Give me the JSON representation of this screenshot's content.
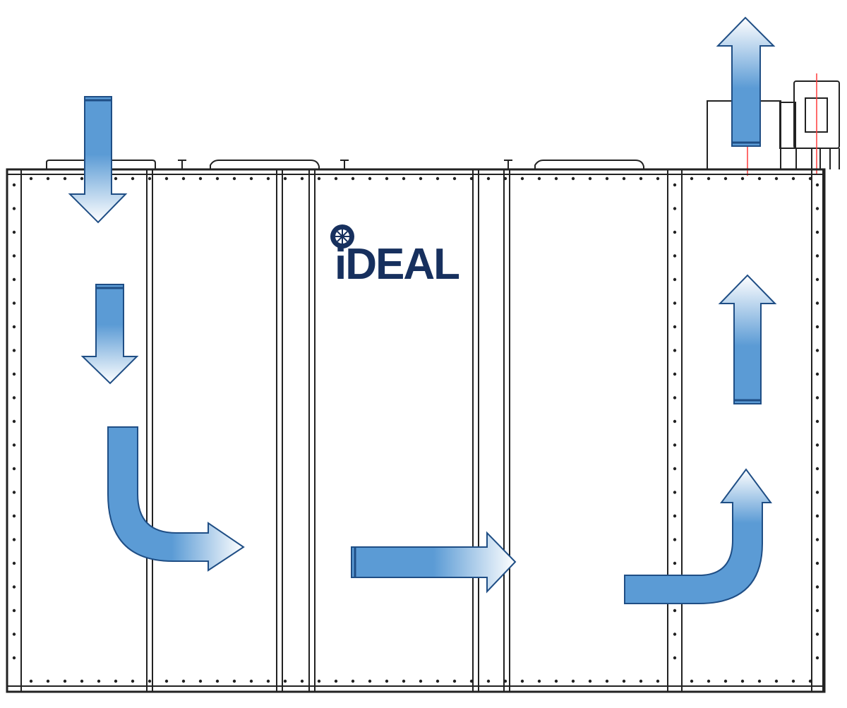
{
  "logo": {
    "text": "iDEAL"
  },
  "colors": {
    "arrow": "#5b9bd5",
    "arrow_edge": "#1f4e85",
    "logo": "#17305e",
    "frame": "#222222",
    "marker": "#ff3b3b"
  },
  "airflow": {
    "arrows": [
      {
        "name": "intake-arrow",
        "direction": "down"
      },
      {
        "name": "downflow-arrow",
        "direction": "down"
      },
      {
        "name": "turn-right-arrow",
        "direction": "down-then-right"
      },
      {
        "name": "crossflow-arrow",
        "direction": "right"
      },
      {
        "name": "turn-up-arrow",
        "direction": "right-then-up"
      },
      {
        "name": "upflow-arrow",
        "direction": "up"
      },
      {
        "name": "exhaust-arrow",
        "direction": "up"
      }
    ]
  }
}
